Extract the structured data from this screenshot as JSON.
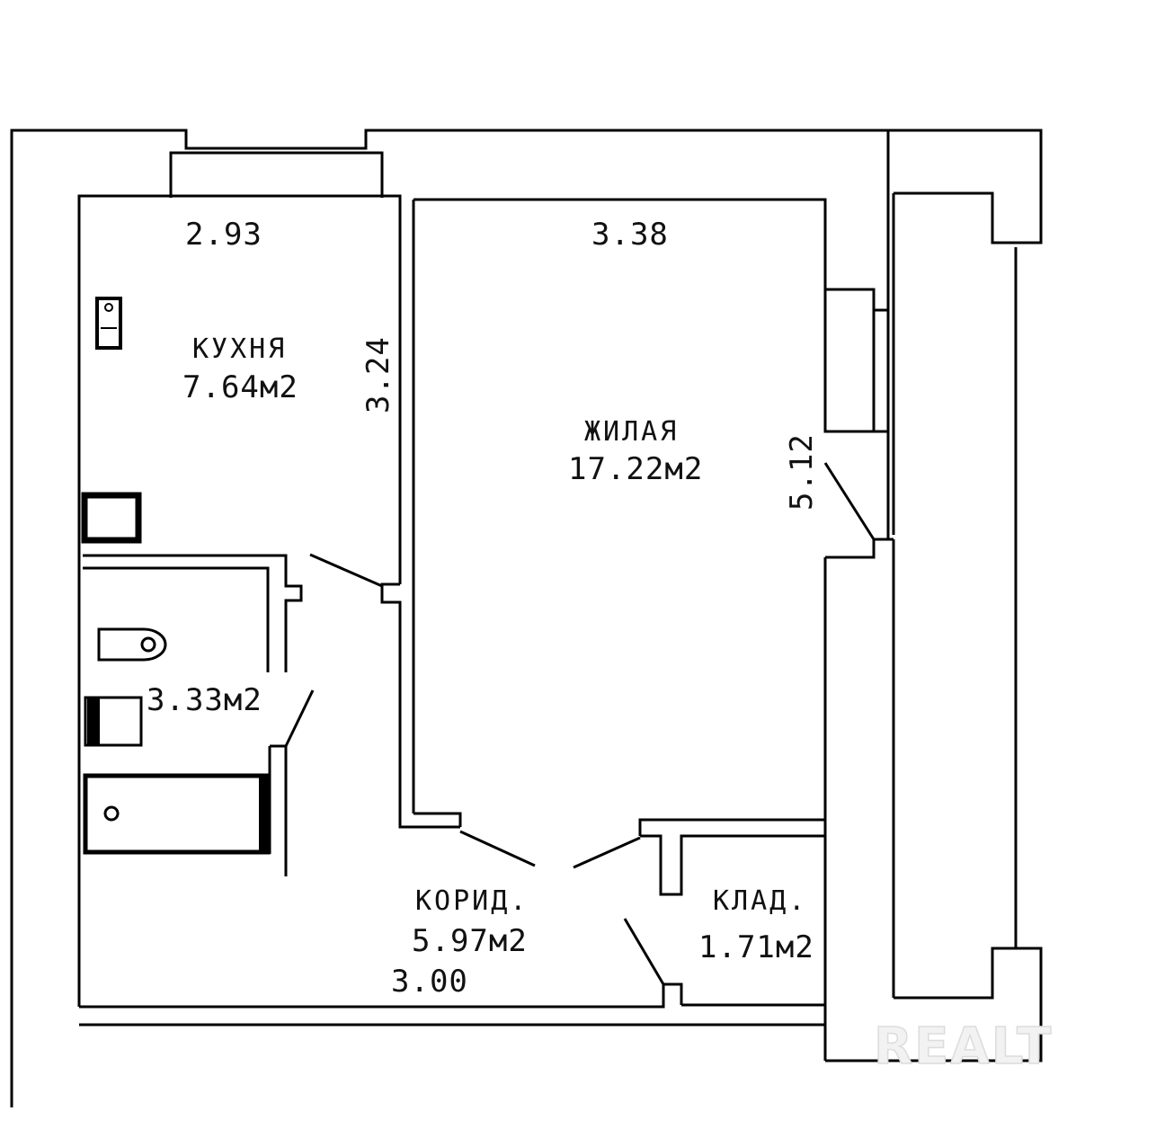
{
  "rooms": {
    "kitchen": {
      "label": "КУХНЯ",
      "area": "7.64м2"
    },
    "living": {
      "label": "ЖИЛАЯ",
      "area": "17.22м2"
    },
    "bathroom": {
      "area": "3.33м2"
    },
    "corridor": {
      "label": "КОРИД.",
      "area": "5.97м2"
    },
    "storage": {
      "label": "КЛАД.",
      "area": "1.71м2"
    }
  },
  "dimensions": {
    "kitchen_width": "2.93",
    "kitchen_depth": "3.24",
    "living_width": "3.38",
    "living_depth": "5.12",
    "corridor_length": "3.00"
  },
  "watermark": "REALT"
}
